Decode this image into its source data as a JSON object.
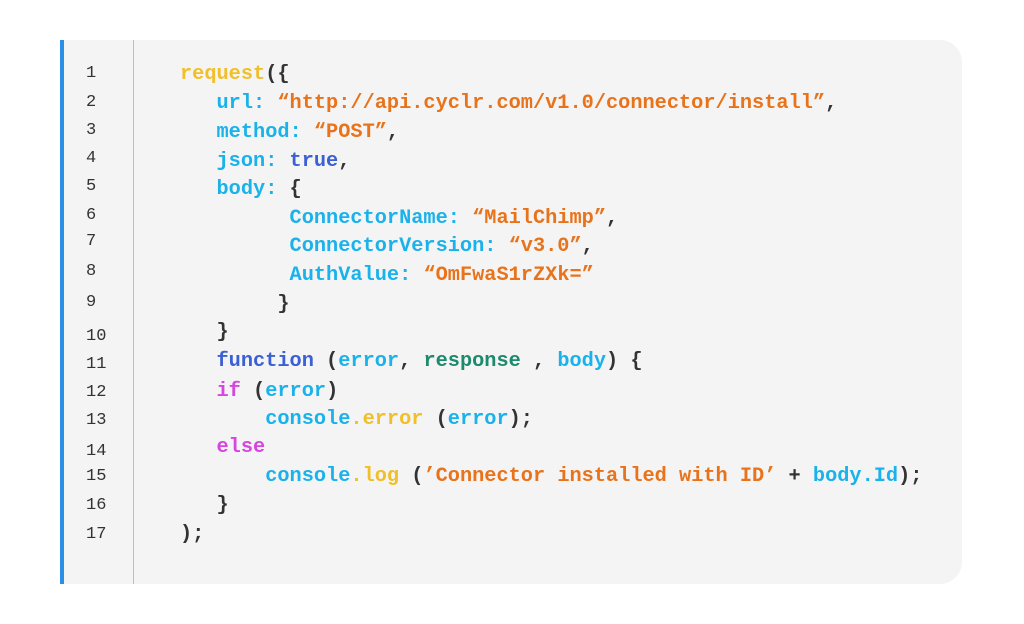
{
  "colors": {
    "accent_bar": "#2b8fe6",
    "panel_background": "#f4f4f4",
    "function_name": "#f0bf2a",
    "property_key": "#1ab2ea",
    "string": "#e8731b",
    "keyword": "#3b5fd4",
    "control_flow": "#d646e0",
    "parameter_response": "#1c8a6c",
    "punctuation": "#333333"
  },
  "gutter": {
    "line_numbers": [
      "1",
      "2",
      "3",
      "4",
      "5",
      "6",
      "7",
      "8",
      "9",
      "10",
      "11",
      "12",
      "13",
      "14",
      "15",
      "16",
      "17"
    ]
  },
  "code": {
    "lines": [
      {
        "tokens": [
          {
            "t": "request",
            "c": "fn"
          },
          {
            "t": "({",
            "c": "punc"
          }
        ]
      },
      {
        "tokens": [
          {
            "t": "   "
          },
          {
            "t": "url:",
            "c": "key"
          },
          {
            "t": " "
          },
          {
            "t": "“http://api.cyclr.com/v1.0/connector/install”",
            "c": "str"
          },
          {
            "t": ",",
            "c": "punc"
          }
        ]
      },
      {
        "tokens": [
          {
            "t": "   "
          },
          {
            "t": "method:",
            "c": "key"
          },
          {
            "t": " "
          },
          {
            "t": "“POST”",
            "c": "str"
          },
          {
            "t": ",",
            "c": "punc"
          }
        ]
      },
      {
        "tokens": [
          {
            "t": "   "
          },
          {
            "t": "json:",
            "c": "key"
          },
          {
            "t": " "
          },
          {
            "t": "true",
            "c": "kw"
          },
          {
            "t": ",",
            "c": "punc"
          }
        ]
      },
      {
        "tokens": [
          {
            "t": "   "
          },
          {
            "t": "body:",
            "c": "key"
          },
          {
            "t": " "
          },
          {
            "t": "{",
            "c": "punc"
          }
        ]
      },
      {
        "tokens": [
          {
            "t": "         "
          },
          {
            "t": "ConnectorName:",
            "c": "key"
          },
          {
            "t": " "
          },
          {
            "t": "“MailChimp”",
            "c": "str"
          },
          {
            "t": ",",
            "c": "punc"
          }
        ]
      },
      {
        "tokens": [
          {
            "t": "         "
          },
          {
            "t": "ConnectorVersion:",
            "c": "key"
          },
          {
            "t": " "
          },
          {
            "t": "“v3.0”",
            "c": "str"
          },
          {
            "t": ",",
            "c": "punc"
          }
        ]
      },
      {
        "tokens": [
          {
            "t": "         "
          },
          {
            "t": "AuthValue:",
            "c": "key"
          },
          {
            "t": " "
          },
          {
            "t": "“OmFwaS1rZXk=”",
            "c": "str"
          }
        ]
      },
      {
        "tokens": [
          {
            "t": "        "
          },
          {
            "t": "}",
            "c": "punc"
          }
        ]
      },
      {
        "tokens": [
          {
            "t": "   "
          },
          {
            "t": "}",
            "c": "punc"
          }
        ]
      },
      {
        "tokens": [
          {
            "t": "   "
          },
          {
            "t": "function",
            "c": "kw"
          },
          {
            "t": " (",
            "c": "punc"
          },
          {
            "t": "error",
            "c": "key"
          },
          {
            "t": ", ",
            "c": "punc"
          },
          {
            "t": "response",
            "c": "param2"
          },
          {
            "t": " , ",
            "c": "punc"
          },
          {
            "t": "body",
            "c": "key"
          },
          {
            "t": ") {",
            "c": "punc"
          }
        ]
      },
      {
        "tokens": [
          {
            "t": "   "
          },
          {
            "t": "if",
            "c": "ctrl"
          },
          {
            "t": " (",
            "c": "punc"
          },
          {
            "t": "error",
            "c": "key"
          },
          {
            "t": ")",
            "c": "punc"
          }
        ]
      },
      {
        "tokens": [
          {
            "t": "       "
          },
          {
            "t": "console",
            "c": "key"
          },
          {
            "t": ".error",
            "c": "method"
          },
          {
            "t": " (",
            "c": "punc"
          },
          {
            "t": "error",
            "c": "key"
          },
          {
            "t": ");",
            "c": "punc"
          }
        ]
      },
      {
        "tokens": [
          {
            "t": "   "
          },
          {
            "t": "else",
            "c": "ctrl"
          }
        ]
      },
      {
        "tokens": [
          {
            "t": "       "
          },
          {
            "t": "console",
            "c": "key"
          },
          {
            "t": ".log",
            "c": "method"
          },
          {
            "t": " (",
            "c": "punc"
          },
          {
            "t": "’Connector installed with ID’",
            "c": "str"
          },
          {
            "t": " + ",
            "c": "punc"
          },
          {
            "t": "body.Id",
            "c": "key"
          },
          {
            "t": ");",
            "c": "punc"
          }
        ]
      },
      {
        "tokens": [
          {
            "t": "   "
          },
          {
            "t": "}",
            "c": "punc"
          }
        ]
      },
      {
        "tokens": [
          {
            "t": ");",
            "c": "punc"
          }
        ]
      }
    ]
  }
}
